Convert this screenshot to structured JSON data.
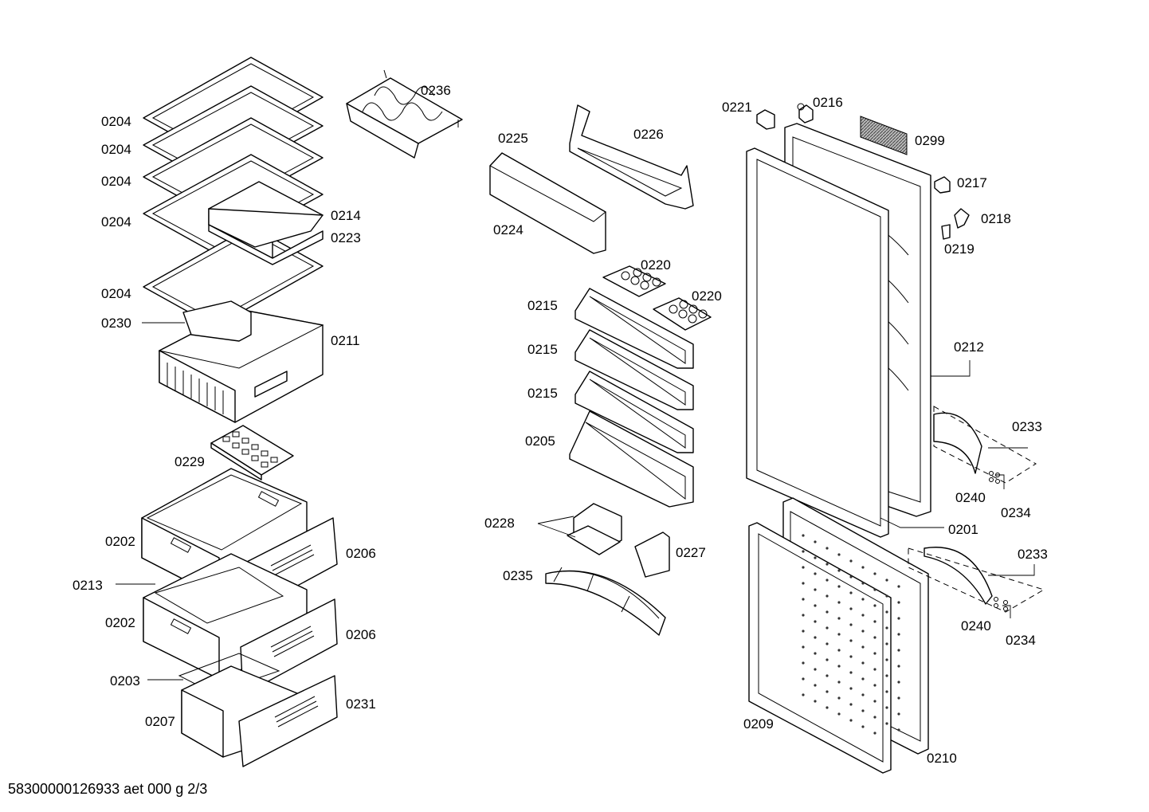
{
  "footer": "58300000126933 aet 000 g 2/3",
  "labels": {
    "l0204a": "0204",
    "l0204b": "0204",
    "l0204c": "0204",
    "l0204d": "0204",
    "l0204e": "0204",
    "l0236": "0236",
    "l0214": "0214",
    "l0223": "0223",
    "l0230": "0230",
    "l0211": "0211",
    "l0229": "0229",
    "l0202a": "0202",
    "l0213": "0213",
    "l0206a": "0206",
    "l0202b": "0202",
    "l0206b": "0206",
    "l0203": "0203",
    "l0207": "0207",
    "l0231": "0231",
    "l0225": "0225",
    "l0226": "0226",
    "l0224": "0224",
    "l0220a": "0220",
    "l0220b": "0220",
    "l0215a": "0215",
    "l0215b": "0215",
    "l0215c": "0215",
    "l0205": "0205",
    "l0228": "0228",
    "l0227": "0227",
    "l0235": "0235",
    "l0221": "0221",
    "l0216": "0216",
    "l0299": "0299",
    "l0217": "0217",
    "l0218": "0218",
    "l0219": "0219",
    "l0212": "0212",
    "l0233a": "0233",
    "l0240a": "0240",
    "l0234a": "0234",
    "l0201": "0201",
    "l0233b": "0233",
    "l0240b": "0240",
    "l0234b": "0234",
    "l0209": "0209",
    "l0210": "0210"
  }
}
